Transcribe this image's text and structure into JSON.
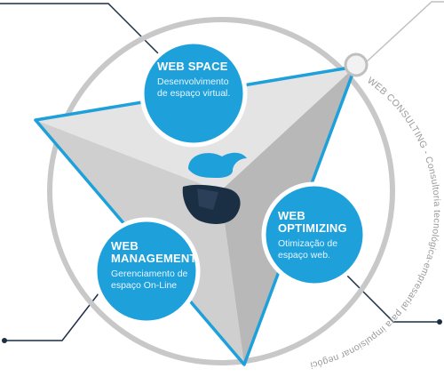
{
  "colors": {
    "accent_blue": "#1ea0db",
    "dark_navy": "#1a2e44",
    "circle_gray": "#c8c8c8",
    "triangle_light": "#d9d9d9",
    "triangle_shadow": "#b5b5b5",
    "ring_text": "#9a9a9a"
  },
  "diagram": {
    "ring_text": "WEB CONSULTING - Consultoria tecnológica-empresarial para impulsionar negócios",
    "logo_icon": "shield-s-logo-icon",
    "nodes": [
      {
        "id": "space",
        "title": "WEB SPACE",
        "lines": [
          "Desenvolvimento",
          "de espaço virtual."
        ]
      },
      {
        "id": "optimizing",
        "title_lines": [
          "WEB",
          "OPTIMIZING"
        ],
        "lines": [
          "Otimização de",
          "espaço web."
        ]
      },
      {
        "id": "management",
        "title_lines": [
          "WEB",
          "MANAGEMENT"
        ],
        "lines": [
          "Gerenciamento de",
          "espaço On-Line"
        ]
      }
    ]
  }
}
